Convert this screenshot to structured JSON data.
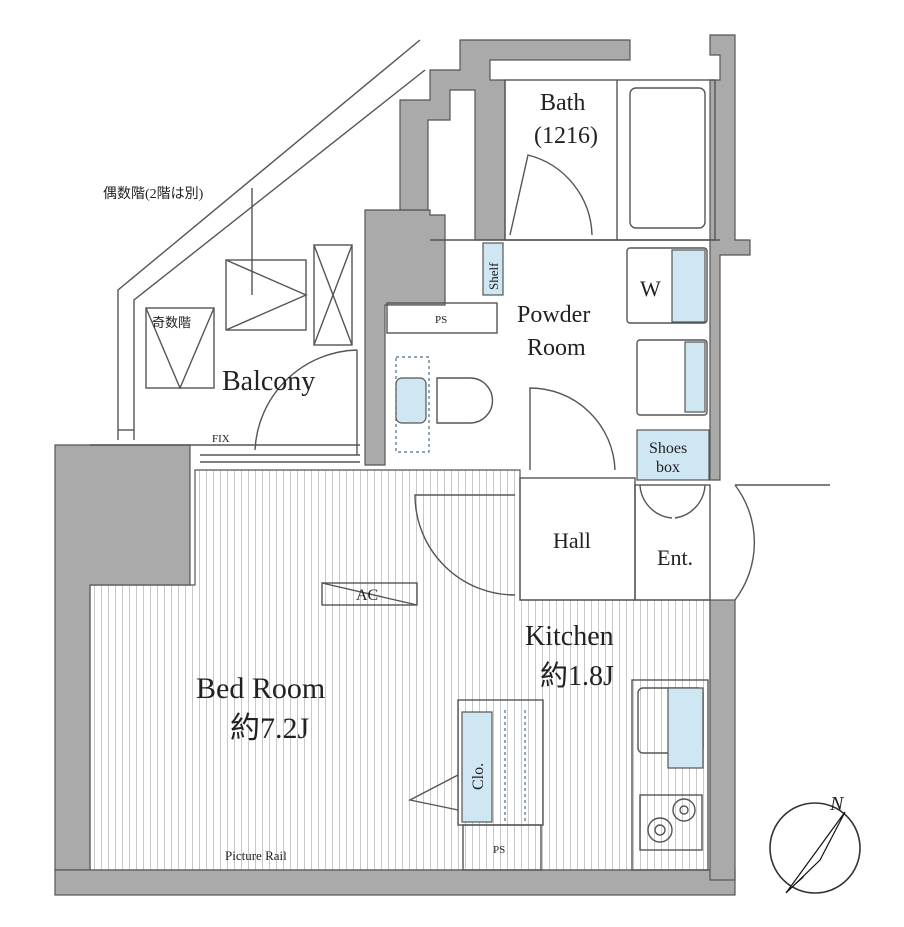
{
  "rooms": {
    "bath": "Bath",
    "bath_size": "(1216)",
    "powder_room_1": "Powder",
    "powder_room_2": "Room",
    "balcony": "Balcony",
    "hall": "Hall",
    "entrance": "Ent.",
    "kitchen": "Kitchen",
    "kitchen_size": "約1.8J",
    "bedroom": "Bed Room",
    "bedroom_size": "約7.2J"
  },
  "fixtures": {
    "shelf": "Shelf",
    "ps_top": "PS",
    "ps_bottom": "PS",
    "washer": "W",
    "shoes_box_1": "Shoes",
    "shoes_box_2": "box",
    "ac": "AC",
    "closet": "Clo.",
    "fix": "FIX",
    "picture_rail": "Picture Rail"
  },
  "annotations": {
    "even_floors": "偶数階(2階は別)",
    "odd_floors": "奇数階"
  },
  "compass": {
    "label": "N"
  },
  "colors": {
    "wall": "#aaaaaa",
    "fixture_blue": "#cfe6f3",
    "line": "#555555"
  }
}
